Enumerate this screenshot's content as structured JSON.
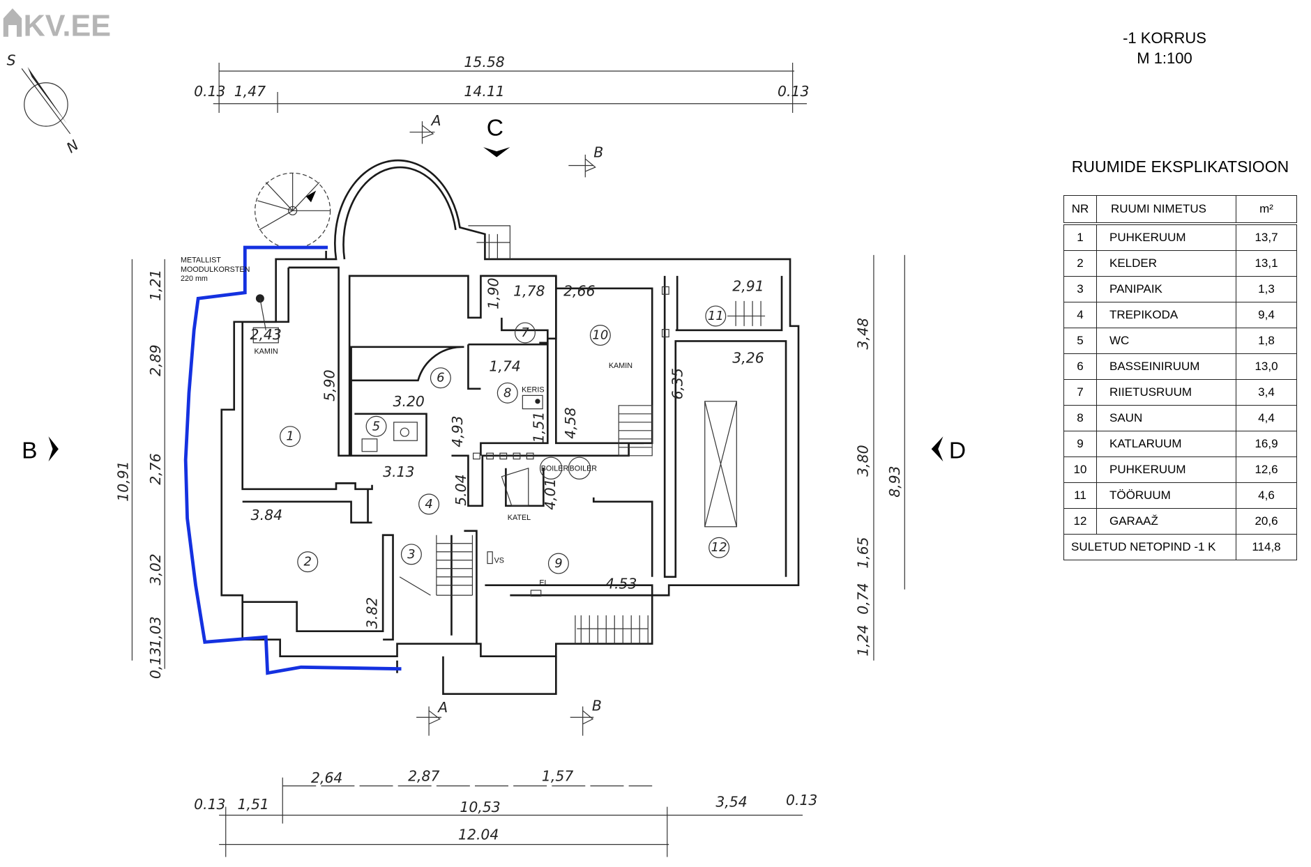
{
  "logo": "KV.EE",
  "header": {
    "floor": "-1 KORRUS",
    "scale": "M 1:100"
  },
  "table": {
    "title": "RUUMIDE EKSPLIKATSIOON",
    "columns": [
      "NR",
      "RUUMI NIMETUS",
      "m²"
    ],
    "rows": [
      {
        "nr": "1",
        "name": "PUHKERUUM",
        "area": "13,7"
      },
      {
        "nr": "2",
        "name": "KELDER",
        "area": "13,1"
      },
      {
        "nr": "3",
        "name": "PANIPAIK",
        "area": "1,3"
      },
      {
        "nr": "4",
        "name": "TREPIKODA",
        "area": "9,4"
      },
      {
        "nr": "5",
        "name": "WC",
        "area": "1,8"
      },
      {
        "nr": "6",
        "name": "BASSEINIRUUM",
        "area": "13,0"
      },
      {
        "nr": "7",
        "name": "RIIETUSRUUM",
        "area": "3,4"
      },
      {
        "nr": "8",
        "name": "SAUN",
        "area": "4,4"
      },
      {
        "nr": "9",
        "name": "KATLARUUM",
        "area": "16,9"
      },
      {
        "nr": "10",
        "name": "PUHKERUUM",
        "area": "12,6"
      },
      {
        "nr": "11",
        "name": "TÖÖRUUM",
        "area": "4,6"
      },
      {
        "nr": "12",
        "name": "GARAAŽ",
        "area": "20,6"
      }
    ],
    "total_label": "SULETUD NETOPIND -1 K",
    "total_value": "114,8"
  },
  "sections": {
    "b": "B",
    "c": "C",
    "d": "D",
    "a": "A",
    "b2": "B"
  },
  "compass": {
    "s": "S",
    "n": "N"
  },
  "dims": {
    "top": [
      "15.58",
      "0.13",
      "1,47",
      "14.11",
      "0.13"
    ],
    "left": [
      "1,21",
      "2,89",
      "2,76",
      "10,91",
      "3,02",
      "1,03",
      "0,13"
    ],
    "right": [
      "3,48",
      "3,80",
      "8,93",
      "1,65",
      "0,74",
      "1,24"
    ],
    "bottom": [
      "2,64",
      "2,87",
      "1,57",
      "0.13",
      "1,51",
      "10,53",
      "3,54",
      "0.13",
      "12.04"
    ],
    "inner": [
      "1,90",
      "1,78",
      "2,66",
      "2,91",
      "3,26",
      "6,35",
      "1,74",
      "5,90",
      "3.20",
      "4,93",
      "1,51",
      "4,58",
      "3.13",
      "5.04",
      "4,01",
      "3.84",
      "3.82",
      "4.53",
      "2,43"
    ]
  },
  "labels": {
    "metal1": "METALLIST",
    "metal2": "MOODULKORSTEN",
    "metal3": "220 mm",
    "kamin1": "KAMIN",
    "kamin2": "KAMIN",
    "keris": "KERIS",
    "boiler1": "BOILER",
    "boiler2": "BOILER",
    "katel": "KATEL",
    "vs": "VS",
    "el": "EL"
  },
  "rooms": [
    "1",
    "2",
    "3",
    "4",
    "5",
    "6",
    "7",
    "8",
    "9",
    "10",
    "11",
    "12"
  ],
  "colors": {
    "marked_boundary": "#1431e0",
    "logo": "#b5b5b5"
  }
}
